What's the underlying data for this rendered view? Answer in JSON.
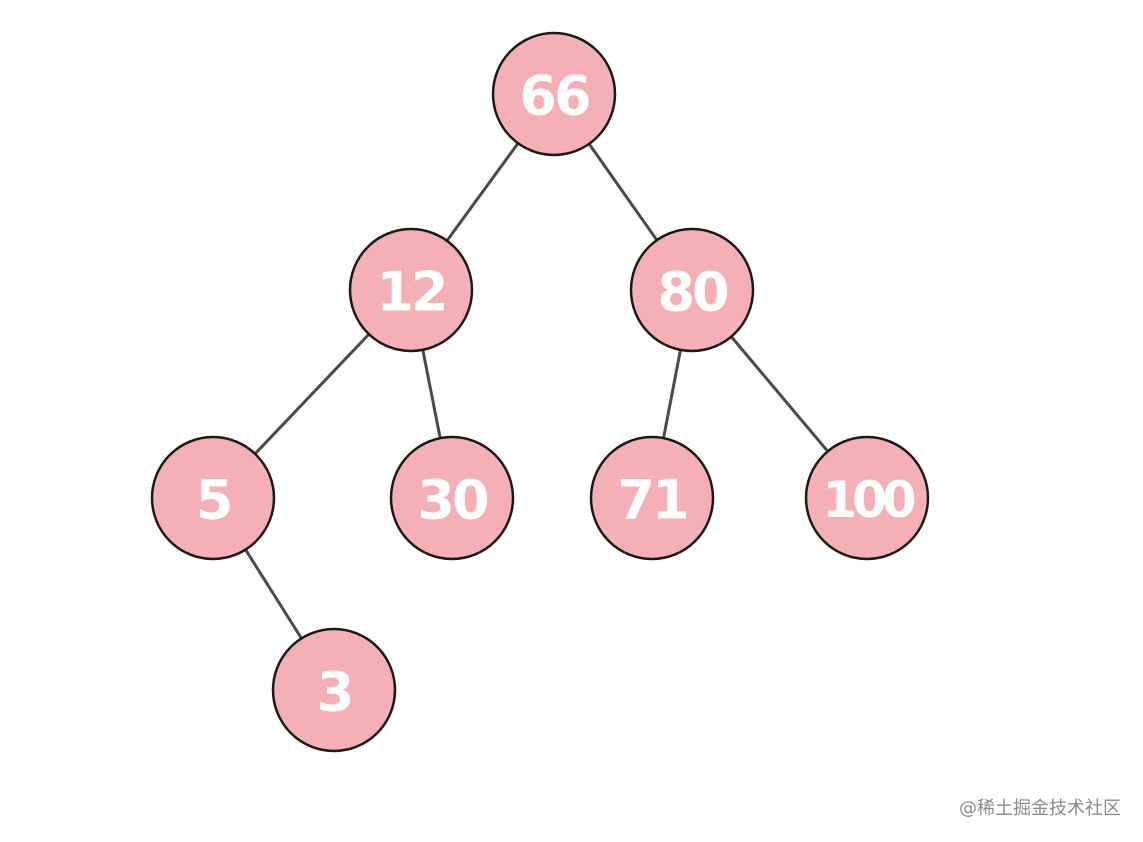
{
  "colors": {
    "node_fill": "#f4b0b4",
    "node_stroke": "#1a1a1a",
    "edge": "#4a4a4a",
    "label": "#ffffff"
  },
  "tree": {
    "nodes": [
      {
        "id": "n66",
        "label": "66"
      },
      {
        "id": "n12",
        "label": "12"
      },
      {
        "id": "n80",
        "label": "80"
      },
      {
        "id": "n5",
        "label": "5"
      },
      {
        "id": "n30",
        "label": "30"
      },
      {
        "id": "n71",
        "label": "71"
      },
      {
        "id": "n100",
        "label": "100"
      },
      {
        "id": "n3",
        "label": "3"
      }
    ],
    "edges": [
      {
        "from": "n66",
        "to": "n12"
      },
      {
        "from": "n66",
        "to": "n80"
      },
      {
        "from": "n12",
        "to": "n5"
      },
      {
        "from": "n12",
        "to": "n30"
      },
      {
        "from": "n80",
        "to": "n71"
      },
      {
        "from": "n80",
        "to": "n100"
      },
      {
        "from": "n5",
        "to": "n3"
      }
    ]
  },
  "watermark": {
    "text": "@稀土掘金技术社区"
  }
}
